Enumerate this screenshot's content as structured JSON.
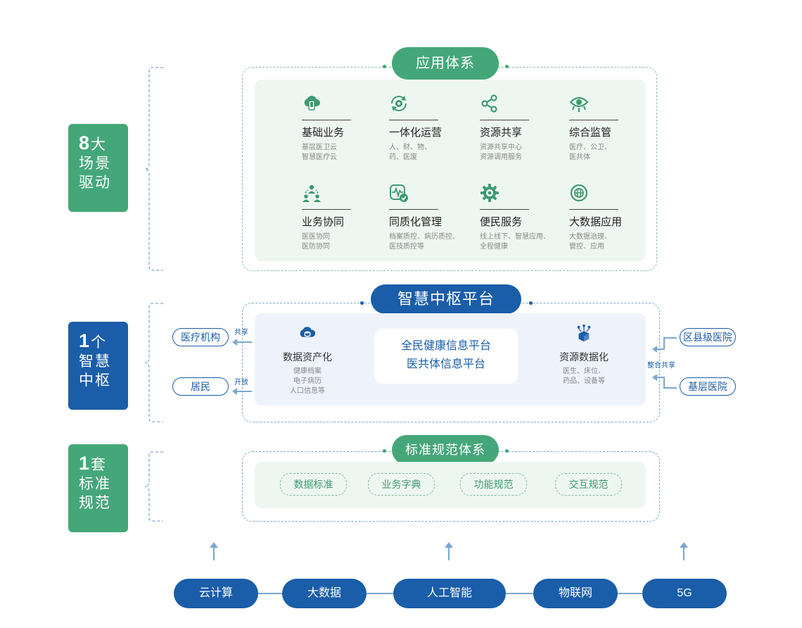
{
  "side_badges": {
    "scene": {
      "num": "8",
      "l1": "大",
      "l2": "场景",
      "l3": "驱动"
    },
    "hub": {
      "num": "1",
      "l1": "个",
      "l2": "智慧",
      "l3": "中枢"
    },
    "standard": {
      "num": "1",
      "l1": "套",
      "l2": "标准",
      "l3": "规范"
    }
  },
  "app_system": {
    "title": "应用体系",
    "items": [
      {
        "icon": "cloud-phone-icon",
        "name": "基础业务",
        "desc1": "基层医卫云",
        "desc2": "智慧医疗云"
      },
      {
        "icon": "cycle-gear-icon",
        "name": "一体化运营",
        "desc1": "人、财、物、",
        "desc2": "药、医废"
      },
      {
        "icon": "share-icon",
        "name": "资源共享",
        "desc1": "资源共享中心",
        "desc2": "资源调用服务"
      },
      {
        "icon": "eye-icon",
        "name": "综合监管",
        "desc1": "医疗、公卫、",
        "desc2": "医共体"
      },
      {
        "icon": "team-icon",
        "name": "业务协同",
        "desc1": "医医协同",
        "desc2": "医防协同"
      },
      {
        "icon": "pulse-check-icon",
        "name": "同质化管理",
        "desc1": "档案质控、病历质控、",
        "desc2": "医技质控等"
      },
      {
        "icon": "gear-icon",
        "name": "便民服务",
        "desc1": "线上线下、智慧应用、",
        "desc2": "全程健康"
      },
      {
        "icon": "globe-icon",
        "name": "大数据应用",
        "desc1": "大数据治理、",
        "desc2": "管控、应用"
      }
    ]
  },
  "hub_platform": {
    "title": "智慧中枢平台",
    "center_line1": "全民健康信息平台",
    "center_line2": "医共体信息平台",
    "left": {
      "name": "数据资产化",
      "desc1": "健康档案",
      "desc2": "电子病历",
      "desc3": "人口信息等"
    },
    "right": {
      "name": "资源数据化",
      "desc1": "医生、床位、",
      "desc2": "药品、设备等"
    },
    "out_left": {
      "top": "医疗机构",
      "bottom": "居民",
      "label_top": "共享",
      "label_bottom": "开放"
    },
    "in_right": {
      "top": "区县级医院",
      "bottom": "基层医院",
      "label": "整合共享"
    }
  },
  "standard_system": {
    "title": "标准规范体系",
    "items": [
      "数据标准",
      "业务字典",
      "功能规范",
      "交互规范"
    ]
  },
  "tech": [
    "云计算",
    "大数据",
    "人工智能",
    "物联网",
    "5G"
  ],
  "colors": {
    "green": "#44a779",
    "blue": "#1a5da8"
  }
}
